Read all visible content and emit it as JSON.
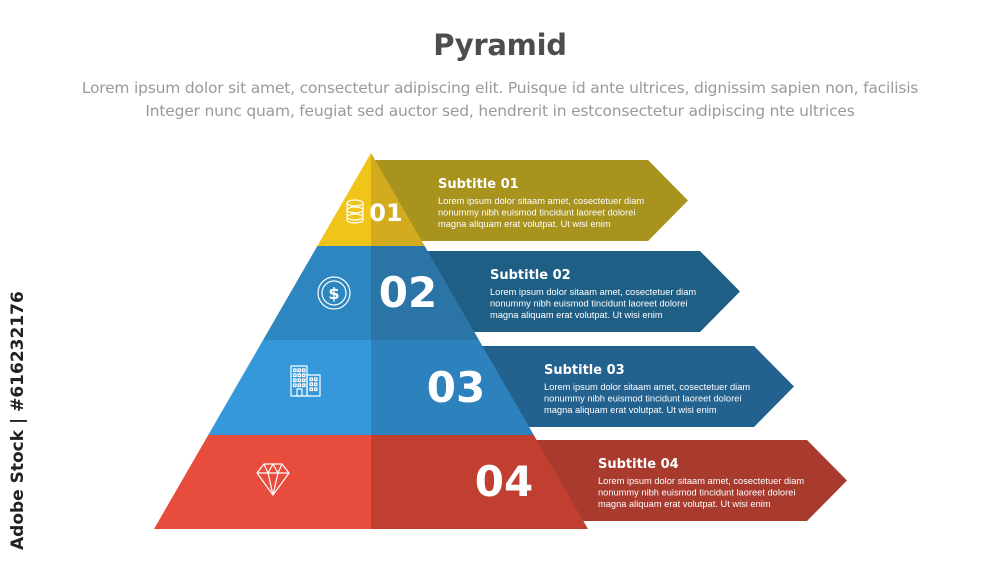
{
  "header": {
    "title": "Pyramid",
    "subtitle_line1": "Lorem ipsum dolor sit amet, consectetur adipiscing elit. Puisque id ante ultrices, dignissim sapien non, facilisis",
    "subtitle_line2": "Integer nunc quam, feugiat sed auctor sed, hendrerit in estconsectetur adipiscing nte ultrices"
  },
  "levels": [
    {
      "number": "01",
      "icon": "database-icon",
      "subtitle": "Subtitle 01",
      "text": [
        "Lorem ipsum dolor sitaam amet, cosectetuer diam",
        "nonummy  nibh euismod tincidunt laoreet dolorei",
        "magna aliquam erat volutpat. Ut wisi enim"
      ],
      "colors": {
        "left": "#f0c419",
        "right": "#d2ac1e",
        "arrow": "#a8931f"
      }
    },
    {
      "number": "02",
      "icon": "dollar-coin-icon",
      "subtitle": "Subtitle 02",
      "text": [
        "Lorem ipsum dolor sitaam amet, cosectetuer diam",
        "nonummy  nibh euismod tincidunt laoreet dolorei",
        "magna aliquam erat volutpat. Ut wisi enim"
      ],
      "colors": {
        "left": "#2e86c1",
        "right": "#2a74a6",
        "arrow": "#1f5f86"
      }
    },
    {
      "number": "03",
      "icon": "building-icon",
      "subtitle": "Subtitle 03",
      "text": [
        "Lorem ipsum dolor sitaam amet, cosectetuer diam",
        "nonummy  nibh euismod tincidunt laoreet dolorei",
        "magna aliquam erat volutpat. Ut wisi enim"
      ],
      "colors": {
        "left": "#3498db",
        "right": "#2d82bd",
        "arrow": "#23618e"
      }
    },
    {
      "number": "04",
      "icon": "diamond-icon",
      "subtitle": "Subtitle 04",
      "text": [
        "Lorem ipsum dolor sitaam amet, cosectetuer diam",
        "nonummy  nibh euismod tincidunt laoreet dolorei",
        "magna aliquam erat volutpat. Ut wisi enim"
      ],
      "colors": {
        "left": "#e74c3c",
        "right": "#c13f31",
        "arrow": "#a93a2e"
      }
    }
  ],
  "watermark": "Adobe Stock | #616232176"
}
